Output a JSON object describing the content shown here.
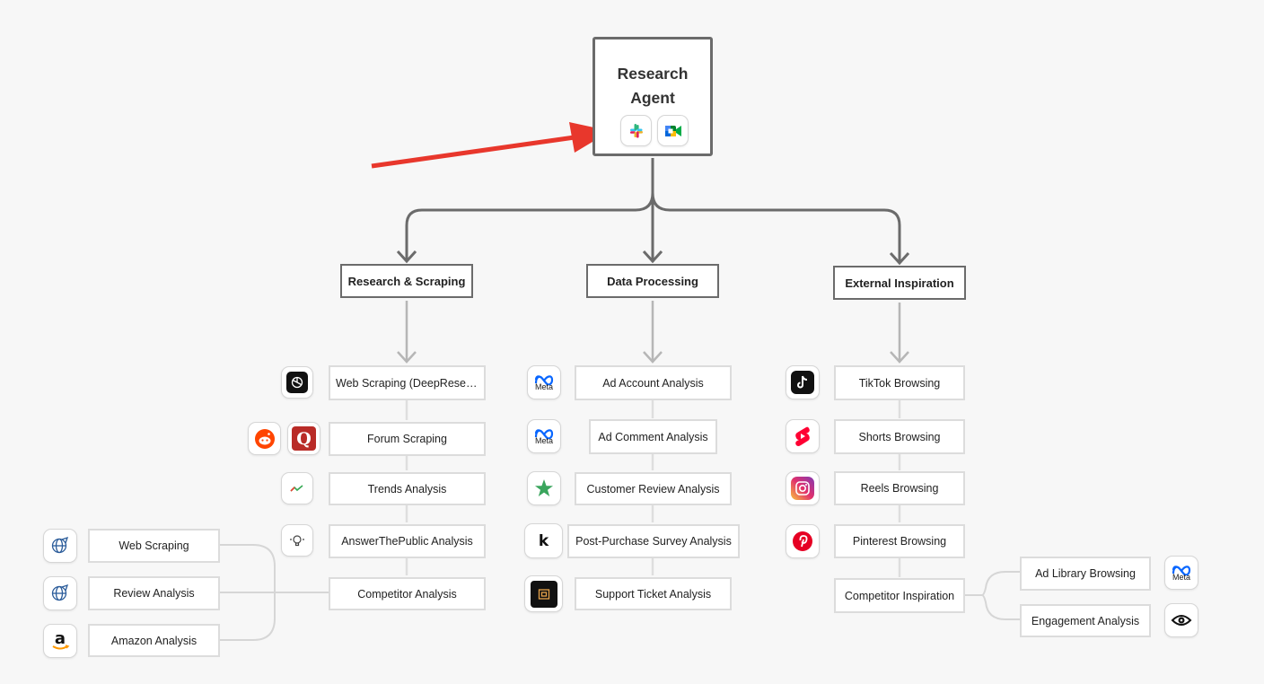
{
  "root": {
    "title_line1": "Research",
    "title_line2": "Agent",
    "icons": [
      "slack-icon",
      "google-meet-icon"
    ]
  },
  "categories": [
    {
      "label": "Research & Scraping"
    },
    {
      "label": "Data Processing"
    },
    {
      "label": "External Inspiration"
    }
  ],
  "research": {
    "items": [
      {
        "label": "Web Scraping (DeepResea…",
        "icon": "openai-icon"
      },
      {
        "label": "Forum Scraping",
        "icons": [
          "reddit-icon",
          "quora-icon"
        ]
      },
      {
        "label": "Trends Analysis",
        "icon": "google-trends-icon"
      },
      {
        "label": "AnswerThePublic Analysis",
        "icon": "answerthepublic-icon"
      },
      {
        "label": "Competitor Analysis"
      }
    ],
    "competitor_children": [
      {
        "label": "Web Scraping",
        "icon": "scraper-globe-icon"
      },
      {
        "label": "Review Analysis",
        "icon": "scraper-globe-icon"
      },
      {
        "label": "Amazon Analysis",
        "icon": "amazon-icon"
      }
    ]
  },
  "processing": {
    "items": [
      {
        "label": "Ad Account Analysis",
        "icon": "meta-icon"
      },
      {
        "label": "Ad Comment Analysis",
        "icon": "meta-icon"
      },
      {
        "label": "Customer Review Analysis",
        "icon": "trustpilot-star-icon"
      },
      {
        "label": "Post-Purchase Survey Analysis",
        "icon": "klaviyo-icon"
      },
      {
        "label": "Support Ticket Analysis",
        "icon": "gorgias-icon"
      }
    ],
    "meta_text": "Meta"
  },
  "inspiration": {
    "items": [
      {
        "label": "TikTok Browsing",
        "icon": "tiktok-icon"
      },
      {
        "label": "Shorts Browsing",
        "icon": "youtube-shorts-icon"
      },
      {
        "label": "Reels Browsing",
        "icon": "instagram-icon"
      },
      {
        "label": "Pinterest Browsing",
        "icon": "pinterest-icon"
      },
      {
        "label": "Competitor Inspiration"
      }
    ],
    "competitor_children": [
      {
        "label": "Ad Library Browsing",
        "icon": "meta-icon"
      },
      {
        "label": "Engagement Analysis",
        "icon": "eye-icon"
      }
    ]
  },
  "colors": {
    "annotation_arrow": "#e8372c",
    "wire_dark": "#6b6b6b",
    "wire_light": "#cfcfcf"
  }
}
